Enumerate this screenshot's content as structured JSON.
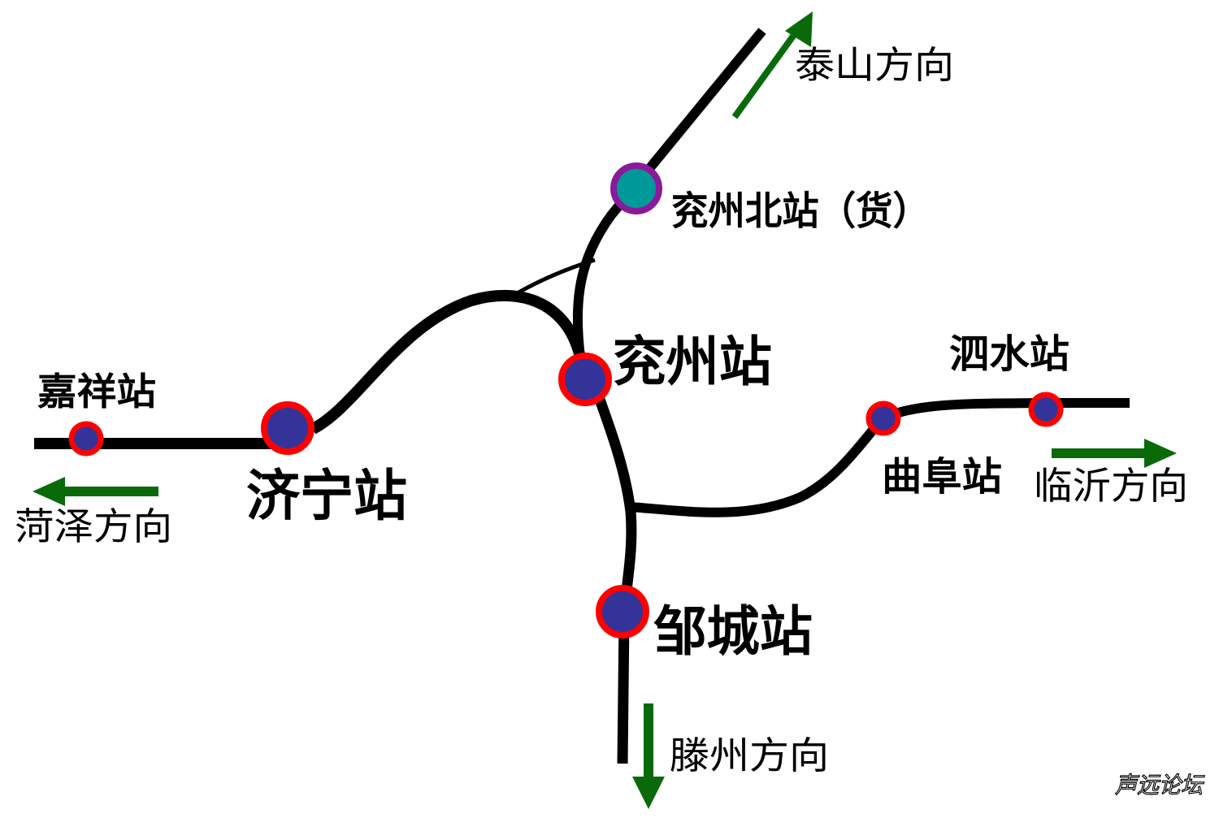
{
  "colors": {
    "line": "#000000",
    "station_fill": "#33339a",
    "station_ring": "#ff0000",
    "freight_fill": "#009999",
    "freight_ring": "#8a1a9a",
    "arrow": "#0a6a0a"
  },
  "stations": {
    "jiaxiang": "嘉祥站",
    "jining": "济宁站",
    "yanzhou": "兖州站",
    "yanzhou_north": "兖州北站（货）",
    "qufu": "曲阜站",
    "sishui": "泗水站",
    "zoucheng": "邹城站"
  },
  "directions": {
    "taishan": "泰山方向",
    "heze": "菏泽方向",
    "linyi": "临沂方向",
    "tengzhou": "滕州方向"
  },
  "watermark": "声远论坛"
}
